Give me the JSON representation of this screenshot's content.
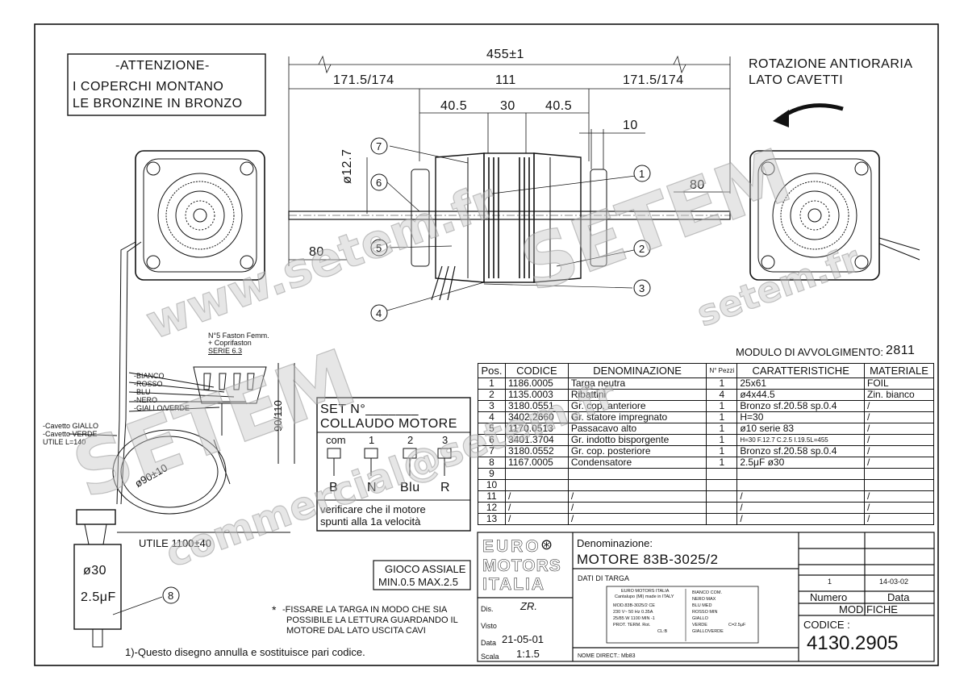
{
  "notice": {
    "header": "-ATTENZIONE-",
    "line1": "I COPERCHI MONTANO",
    "line2": "LE BRONZINE IN BRONZO"
  },
  "rotation": {
    "line1": "ROTAZIONE ANTIORARIA",
    "line2": "LATO CAVETTI"
  },
  "dims": {
    "total": "455±1",
    "left_shaft": "171.5/174",
    "center": "111",
    "right_shaft": "171.5/174",
    "d40a": "40.5",
    "d30": "30",
    "d40b": "40.5",
    "d10": "10",
    "shaft_dia": "ø12.7",
    "ext_left": "80",
    "ext_right": "80",
    "cable_len": "UTILE 1100±40",
    "coil_dia": "ø90±10",
    "conn_len": "90/110"
  },
  "balloons": [
    "1",
    "2",
    "3",
    "4",
    "5",
    "6",
    "7",
    "8"
  ],
  "faston": {
    "line1": "N°5 Faston Femm.",
    "line2": "+ Coprifaston",
    "line3": "SERIE 6.3"
  },
  "wires": [
    "-BIANCO",
    "-ROSSO",
    "-BLU",
    "-NERO",
    "-GIALLO/VERDE"
  ],
  "earth_cables": {
    "line1": "-Cavetto GIALLO",
    "line2": "-Cavetto VERDE",
    "line3": "UTILE L=140"
  },
  "capacitor": {
    "dia": "ø30",
    "value": "2.5μF"
  },
  "test_box": {
    "set": "SET N°_______",
    "title": "COLLAUDO MOTORE",
    "terminals": [
      "com",
      "1",
      "2",
      "3"
    ],
    "letters": [
      "B",
      "N",
      "Blu",
      "R"
    ],
    "note1": "verificare che il motore",
    "note2": "spunti alla 1a velocità"
  },
  "play": {
    "line1": "GIOCO ASSIALE",
    "line2": "MIN.0.5 MAX.2.5"
  },
  "plate_note": {
    "line1": "-FISSARE LA TARGA IN MODO CHE SIA",
    "line2": "POSSIBILE LA LETTURA GUARDANDO IL",
    "line3": "MOTORE DAL LATO USCITA CAVI"
  },
  "footnote": "1)-Questo disegno annulla e sostituisce pari codice.",
  "winding": {
    "label": "MODULO DI AVVOLGIMENTO:",
    "value": "2811"
  },
  "bom": {
    "headers": [
      "Pos.",
      "CODICE",
      "DENOMINAZIONE",
      "N° Pezzi",
      "CARATTERISTICHE",
      "MATERIALE"
    ],
    "rows": [
      [
        "1",
        "1186.0005",
        "Targa neutra",
        "1",
        "25x61",
        "FOIL"
      ],
      [
        "2",
        "1135.0003",
        "Ribattini",
        "4",
        "ø4x44.5",
        "Zin. bianco"
      ],
      [
        "3",
        "3180.0551",
        "Gr. cop. anteriore",
        "1",
        "Bronzo sf.20.58 sp.0.4",
        "/"
      ],
      [
        "4",
        "3402.2660",
        "Gr. statore impregnato",
        "1",
        "H=30",
        "/"
      ],
      [
        "5",
        "1170.0513",
        "Passacavo alto",
        "1",
        "ø10 serie 83",
        "/"
      ],
      [
        "6",
        "3401.3704",
        "Gr. indotto bisporgente",
        "1",
        "H=30 F.12.7 C.2.5 I.19.5L=455",
        "/"
      ],
      [
        "7",
        "3180.0552",
        "Gr. cop. posteriore",
        "1",
        "Bronzo sf.20.58 sp.0.4",
        "/"
      ],
      [
        "8",
        "1167.0005",
        "Condensatore",
        "1",
        "2.5μF ø30",
        "/"
      ],
      [
        "9",
        "",
        "",
        "",
        "",
        ""
      ],
      [
        "10",
        "",
        "",
        "",
        "",
        ""
      ],
      [
        "11",
        "/",
        "/",
        "",
        "/",
        "/"
      ],
      [
        "12",
        "/",
        "/",
        "",
        "/",
        "/"
      ],
      [
        "13",
        "/",
        "/",
        "",
        "/",
        "/"
      ]
    ]
  },
  "title_block": {
    "logo1": "EURO",
    "logo2": "MOTORS",
    "logo3": "ITALIA",
    "denom_label": "Denominazione:",
    "denom_value": "MOTORE 83B-3025/2",
    "plate_label": "DATI DI TARGA",
    "dis_label": "Dis.",
    "dis_value": "ZR.",
    "visto_label": "Visto",
    "data_label": "Data",
    "data_value": "21-05-01",
    "scala_label": "Scala",
    "scala_value": "1:1.5",
    "nome_direct": "NOME DIRECT.: Mb83",
    "rev_num": "1",
    "rev_date": "14-03-02",
    "numero_label": "Numero",
    "data_col_label": "Data",
    "modifiche_label": "MODIFICHE",
    "codice_label": "CODICE :",
    "codice_value": "4130.2905"
  },
  "nameplate": {
    "l1": "EURO MOTORS ITALIA",
    "l2": "Cantalupo (MI) made in ITALY",
    "l3": "MOD.83B-3025/2 CE",
    "l4": "230 V~ 50 Hz 0.35A",
    "l5": "25/85 W 1100 MIN -1",
    "l6": "PROT. TERM. Rot.",
    "l7": "CL:B",
    "w1": "BIANCO COM.",
    "w2": "NERO MAX",
    "w3": "BLU MED",
    "w4": "ROSSO MIN",
    "w5": "GIALLO",
    "w6": "VERDE",
    "w7": "GIALLOVERDE",
    "cap": "C=2.5μF"
  },
  "watermarks": [
    "www.setem.fr",
    "SETEM",
    "SETEM",
    "commercial@setem.fr",
    "setem.fr"
  ]
}
